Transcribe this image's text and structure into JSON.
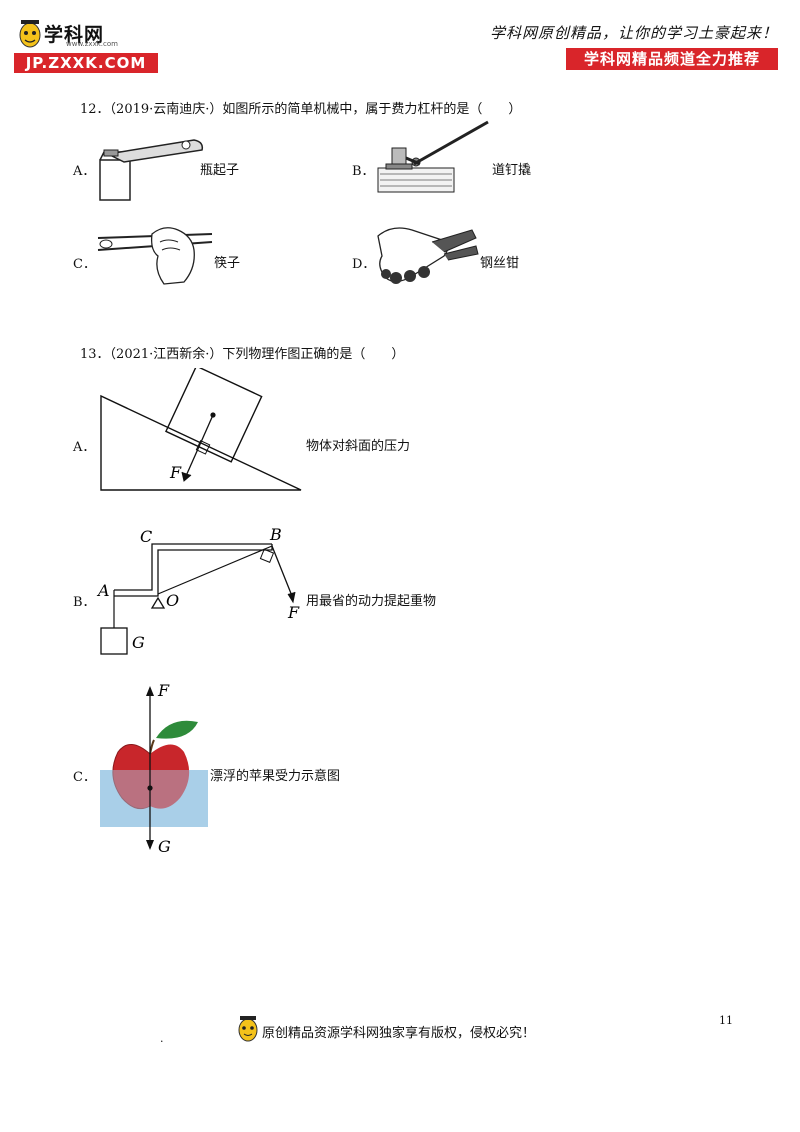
{
  "header": {
    "logo_text": "学科网",
    "logo_sub": "www.zxxk.com",
    "logo_domain": "JP.ZXXK.COM",
    "slogan": "学科网原创精品，让你的学习土豪起来！",
    "slogan_bar": "学科网精品频道全力推荐"
  },
  "q12": {
    "stem": "12．（2019·云南迪庆·）如图所示的简单机械中，属于费力杠杆的是（　　）",
    "options": [
      {
        "letter": "A．",
        "caption": "瓶起子"
      },
      {
        "letter": "B．",
        "caption": "道钉撬"
      },
      {
        "letter": "C．",
        "caption": "筷子"
      },
      {
        "letter": "D．",
        "caption": "钢丝钳"
      }
    ]
  },
  "q13": {
    "stem": "13．（2021·江西新余·）下列物理作图正确的是（　　）",
    "options": [
      {
        "letter": "A．",
        "caption": "物体对斜面的压力",
        "labels": [
          "F"
        ]
      },
      {
        "letter": "B．",
        "caption": "用最省的动力提起重物",
        "labels": [
          "C",
          "B",
          "A",
          "O",
          "F",
          "G"
        ]
      },
      {
        "letter": "C．",
        "caption": "漂浮的苹果受力示意图",
        "labels": [
          "F",
          "G"
        ]
      }
    ]
  },
  "footer": {
    "dot": ".",
    "text": "原创精品资源学科网独家享有版权，侵权必究！",
    "page_number": "11"
  },
  "colors": {
    "brand_red": "#d9252a",
    "water": "#a9cfe8",
    "apple": "#c8262b",
    "leaf": "#2e8b3a"
  }
}
